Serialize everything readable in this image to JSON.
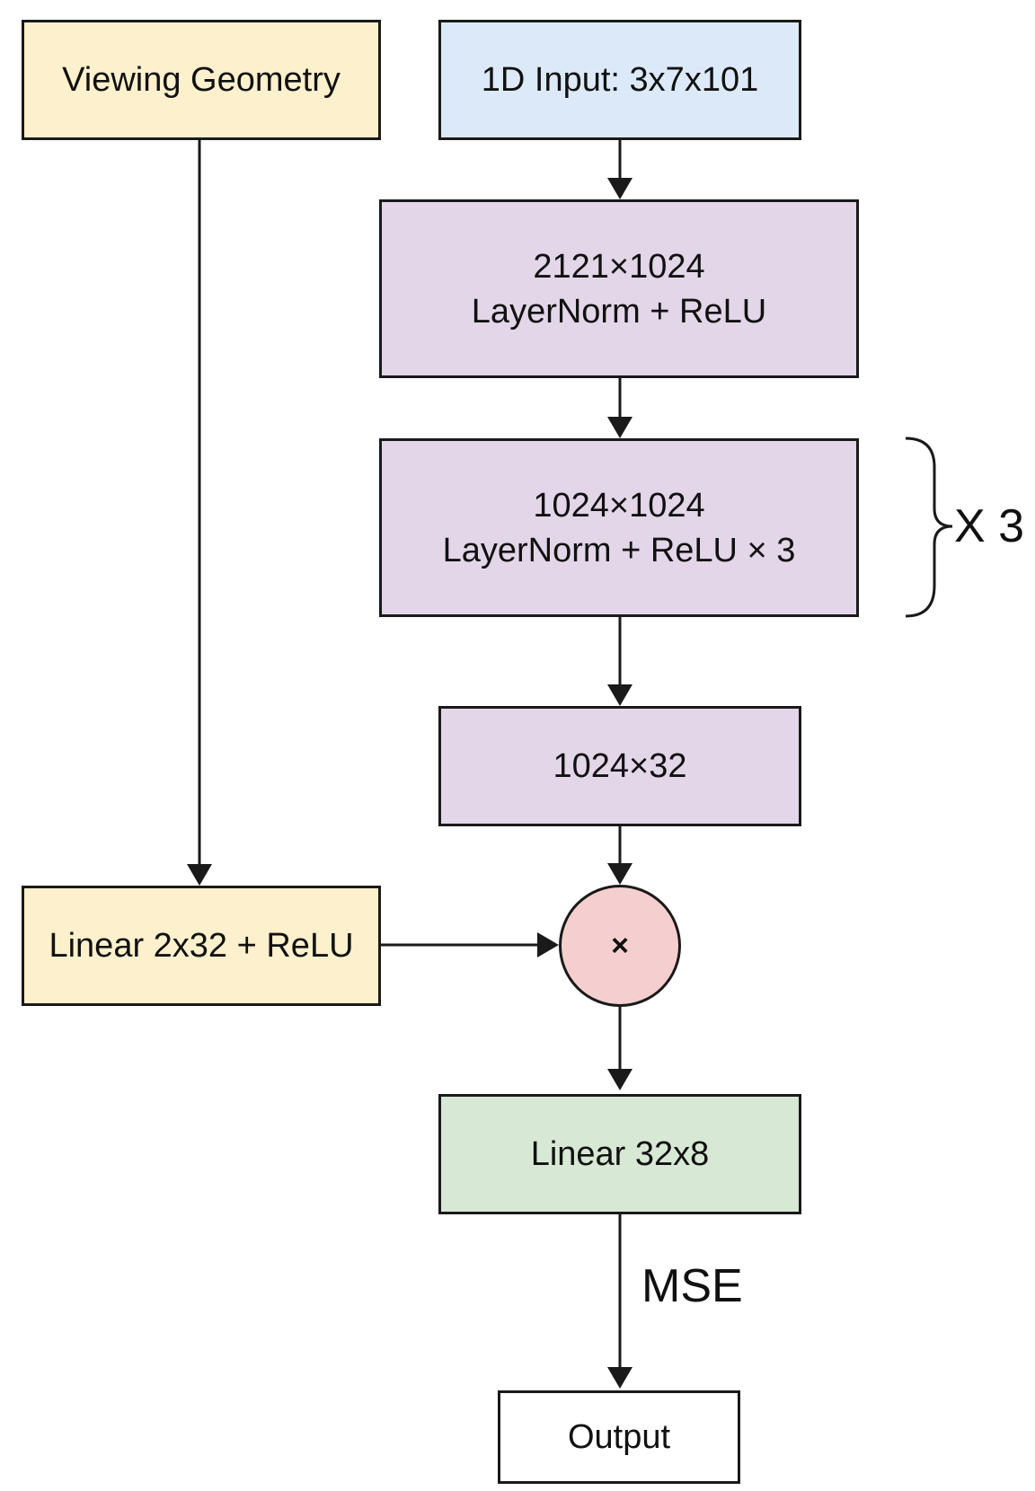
{
  "nodes": {
    "viewing_geometry": {
      "label": "Viewing Geometry"
    },
    "input_1d": {
      "label": "1D Input: 3x7x101"
    },
    "layer1": {
      "line1": "2121×1024",
      "line2": "LayerNorm + ReLU"
    },
    "layer2": {
      "line1": "1024×1024",
      "line2": "LayerNorm + ReLU × 3"
    },
    "layer3": {
      "label": "1024×32"
    },
    "geom_linear": {
      "label": "Linear 2x32 + ReLU"
    },
    "multiply": {
      "symbol": "×"
    },
    "linear_out": {
      "label": "Linear 32x8"
    },
    "output": {
      "label": "Output"
    }
  },
  "annotations": {
    "repeat_label": "X 3",
    "loss_label": "MSE"
  },
  "colors": {
    "yellow": "#fdf0cc",
    "blue": "#dce9f8",
    "purple": "#e2d6e8",
    "green": "#d7e8d5",
    "pink": "#f5cfcf",
    "stroke": "#1a1a1a"
  }
}
